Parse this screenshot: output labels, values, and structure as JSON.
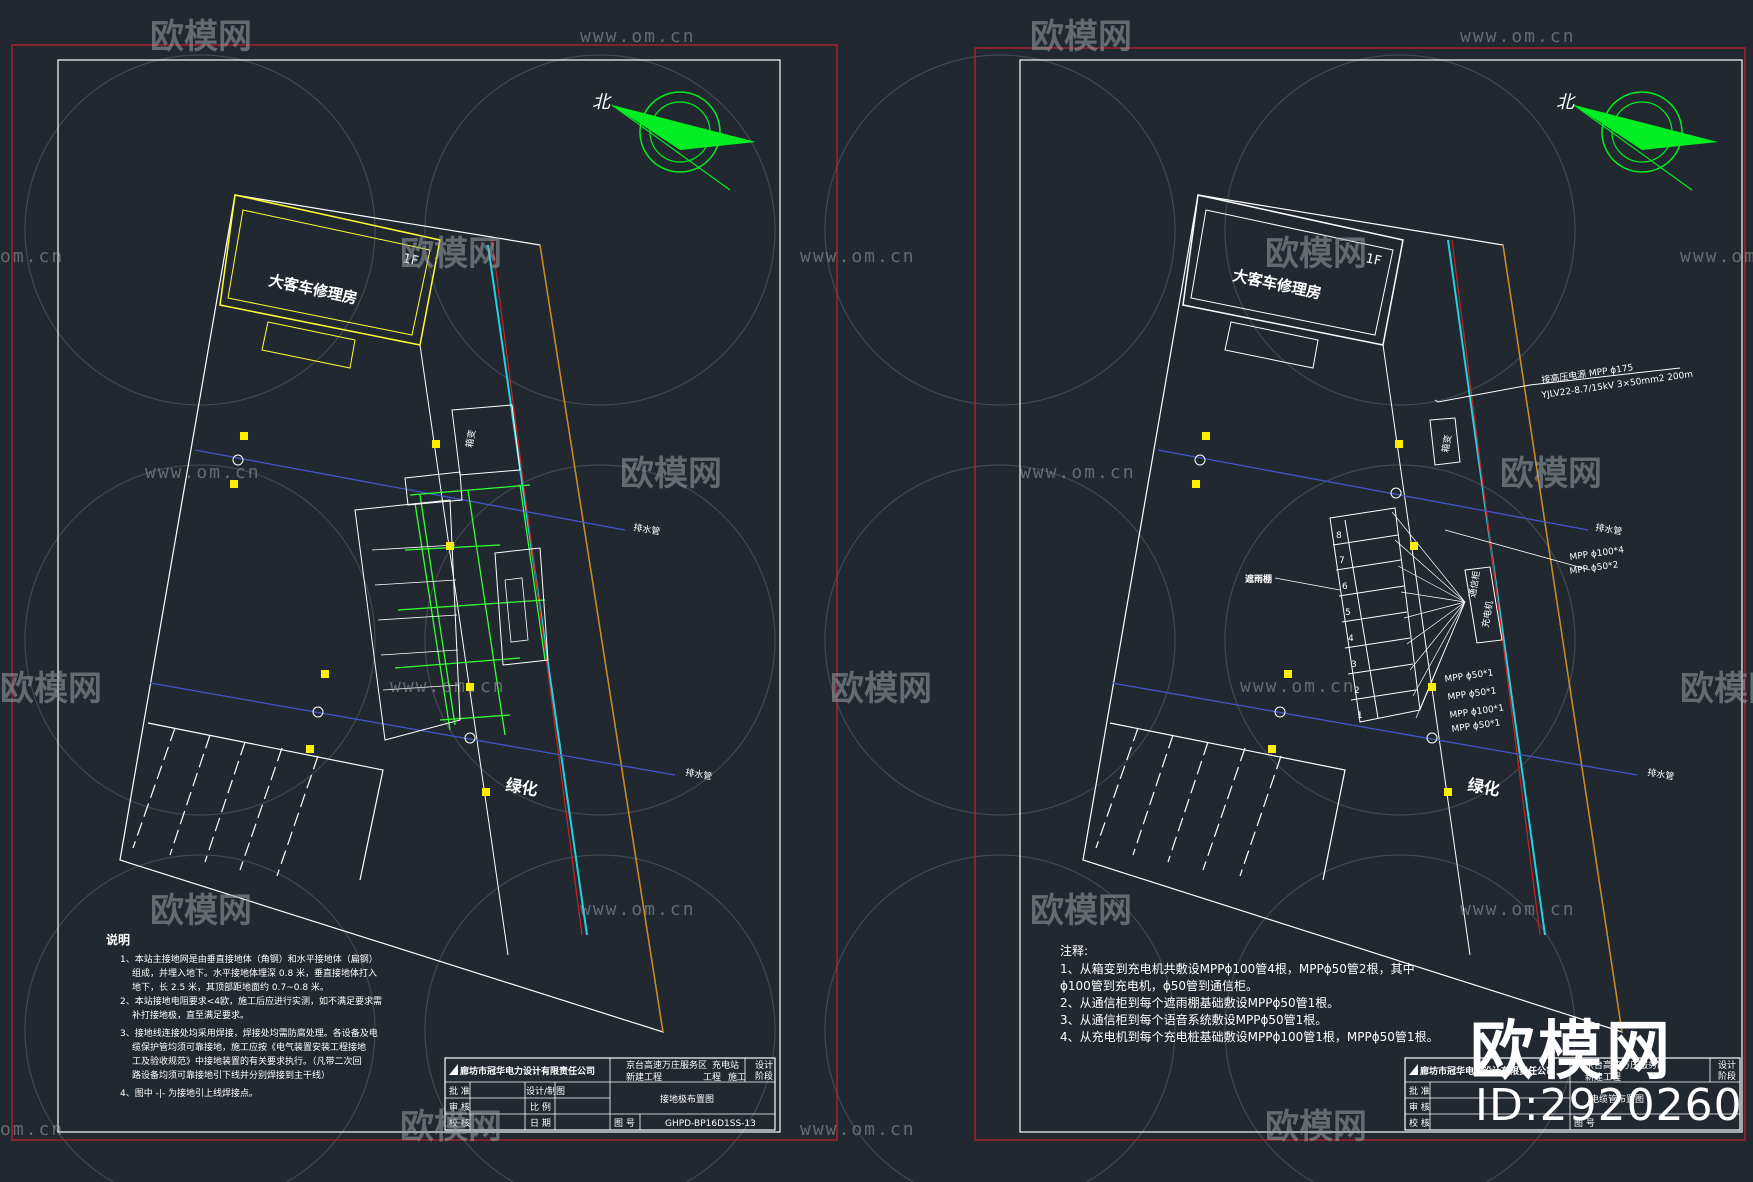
{
  "watermark": {
    "brand": "欧模网",
    "url": "www.om.cn",
    "url_fragment": "om.cn",
    "big_brand": "欧模网",
    "big_id": "ID:2920260"
  },
  "colors": {
    "background": "#212830",
    "frame_red": "#c8202a",
    "building": "#ffff33",
    "grounding": "#33ff33",
    "north_arrow": "#00ee22",
    "pipe_blue": "#4455cc",
    "cyan_line": "#22d3e0",
    "orange_line": "#d08a1a",
    "red_line": "#cc2222",
    "lines": "#ffffff",
    "marker": "#ffee00"
  },
  "left_sheet": {
    "north_label": "北",
    "building_name": "大客车修理房",
    "floor_label": "1F",
    "box_label": "箱变",
    "drain_label_1": "排水管",
    "drain_label_2": "排水管",
    "green_area_label": "绿化",
    "notes_title": "说明",
    "notes": [
      "1、本站主接地网是由垂直接地体（角钢）和水平接地体（扁钢）",
      "组成，并埋入地下。水平接地体埋深 0.8 米，垂直接地体打入",
      "地下，长 2.5 米，其顶部距地面约 0.7~0.8 米。",
      "2、本站接地电阻要求<4欧，施工后应进行实测，如不满足要求需",
      "补打接地极，直至满足要求。",
      "3、接地线连接处均采用焊接，焊接处均需防腐处理。各设备及电",
      "缆保护管均须可靠接地，施工应按《电气装置安装工程接地",
      "工及验收规范》中接地装置的有关要求执行。（凡带二次回",
      "路设备均须可靠接地引下线并分别焊接到主干线）",
      "4、图中 -|- 为接地引上线焊接点。"
    ],
    "title_block": {
      "company": "廊坊市冠华电力设计有限责任公司",
      "project_line1": "京台高速万庄服务区",
      "project_line2": "新建工程",
      "project_tag1": "工程",
      "project_tag2": "施工",
      "stage_line1": "设计",
      "stage_line2": "阶段",
      "project_extra": "充电站",
      "row_approve": "批 准",
      "row_review": "审 核",
      "row_check": "校 核",
      "col_design": "设计/制图",
      "col_scale": "比 例",
      "col_date": "日 期",
      "drawing_title": "接地极布置图",
      "drawing_no_label": "图 号",
      "drawing_no": "GHPD-BP16D1SS-13"
    }
  },
  "right_sheet": {
    "north_label": "北",
    "building_name": "大客车修理房",
    "floor_label": "1F",
    "box_label": "箱变",
    "cable_line1": "接高压电源 MPP  ϕ175",
    "cable_line2": "YJLV22-8.7/15kV  3×50mm2  200m",
    "drain_label_1": "排水管",
    "drain_label_2": "排水管",
    "green_area_label": "绿化",
    "canopy_label": "遮雨棚",
    "pile_numbers": [
      "8",
      "7",
      "6",
      "5",
      "4",
      "3",
      "2",
      "1"
    ],
    "charger_label": "充电机",
    "comm_cabinet_label": "通信柜",
    "pipe_label_top1": "MPP  ϕ100*4",
    "pipe_label_top2": "MPP  ϕ50*2",
    "pipe_label_a": "MPP  ϕ50*1",
    "pipe_label_b": "MPP  ϕ50*1",
    "pipe_label_c": "MPP  ϕ100*1",
    "pipe_label_d": "MPP  ϕ50*1",
    "notes_title": "注释:",
    "notes": [
      "1、从箱变到充电机共敷设MPPϕ100管4根，MPPϕ50管2根，其中",
      "ϕ100管到充电机，ϕ50管到通信柜。",
      "2、从通信柜到每个遮雨棚基础敷设MPPϕ50管1根。",
      "3、从通信柜到每个语音系统敷设MPPϕ50管1根。",
      "4、从充电机到每个充电桩基础敷设MPPϕ100管1根，MPPϕ50管1根。"
    ],
    "title_block": {
      "company": "廊坊市冠华电力设计有限责任公司",
      "project_line1": "京台高速万庄服务区",
      "project_line2": "新建工程",
      "stage_line1": "设计",
      "stage_line2": "阶段",
      "row_approve": "批 准",
      "row_review": "审 核",
      "row_check": "校 核",
      "drawing_title": "电缆管布置图",
      "drawing_no_label": "图 号"
    }
  }
}
